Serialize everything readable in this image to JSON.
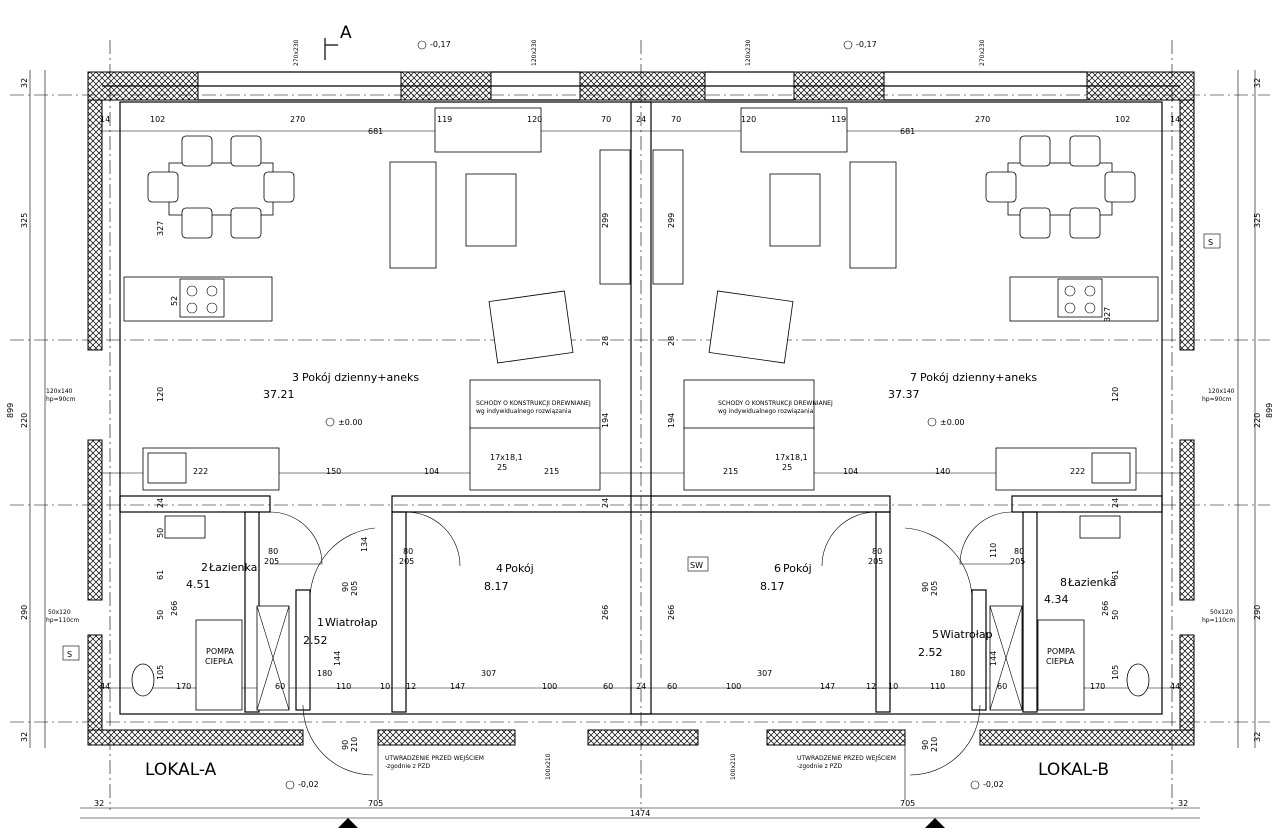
{
  "section_mark": "A",
  "levels": {
    "top_left": "-0,17",
    "top_right": "-0,17",
    "floor_left": "±0.00",
    "floor_right": "±0.00",
    "entry_left": "-0,02",
    "entry_right": "-0,02"
  },
  "units": {
    "left": "LOKAL-A",
    "right": "LOKAL-B"
  },
  "rooms": [
    {
      "no": "3",
      "name": "Pokój dzienny+aneks",
      "area": "37.21"
    },
    {
      "no": "2",
      "name": "Łazienka",
      "area": "4.51"
    },
    {
      "no": "1",
      "name": "Wiatrołap",
      "area": "2.52"
    },
    {
      "no": "4",
      "name": "Pokój",
      "area": "8.17"
    },
    {
      "no": "6",
      "name": "Pokój",
      "area": "8.17"
    },
    {
      "no": "5",
      "name": "Wiatrołap",
      "area": "2.52"
    },
    {
      "no": "8",
      "name": "Łazienka",
      "area": "4.34"
    },
    {
      "no": "7",
      "name": "Pokój dzienny+aneks",
      "area": "37.37"
    }
  ],
  "labels": {
    "stairs_note_1": "SCHODY O KONSTRUKCJI DREWNIANEJ",
    "stairs_note_2": "wg indywidualnego rozwiązania",
    "stairs_dim": "17x18,1",
    "heat_pump_1": "POMPA",
    "heat_pump_2": "CIEPŁA",
    "fence_1": "UTWRADZENIE PRZED WEJŚCIEM",
    "fence_2": "-zgodnie z PZD",
    "s_mark": "S",
    "sw_mark": "SW",
    "window_big": "120x140",
    "window_big_hp": "hp=90cm",
    "window_small": "50x120",
    "window_small_hp": "hp=110cm",
    "window_top_1": "270x230",
    "window_top_2": "120x230",
    "door_ext": "100x210",
    "door_80": "80",
    "door_205": "205",
    "door_90": "90",
    "door_210": "210"
  },
  "dims": {
    "total": "1474",
    "half": "705",
    "wall": "32",
    "h_total": "899",
    "h_top": "325",
    "h_mid": "220",
    "h_bot": "290",
    "d681": "681",
    "d102": "102",
    "d270": "270",
    "d119": "119",
    "d120": "120",
    "d70": "70",
    "d24": "24",
    "d14": "14",
    "d327": "327",
    "d299": "299",
    "d28": "28",
    "d194": "194",
    "d150": "150",
    "d104": "104",
    "d222": "222",
    "d25": "25",
    "d215": "215",
    "d140": "140",
    "d134": "134",
    "d61": "61",
    "d50": "50",
    "d266": "266",
    "d144": "144",
    "d105": "105",
    "d170": "170",
    "d60": "60",
    "d110": "110",
    "d10": "10",
    "d12": "12",
    "d147": "147",
    "d100": "100",
    "d307": "307",
    "d180": "180",
    "d52": "52",
    "d44": "44",
    "d110v": "110"
  }
}
